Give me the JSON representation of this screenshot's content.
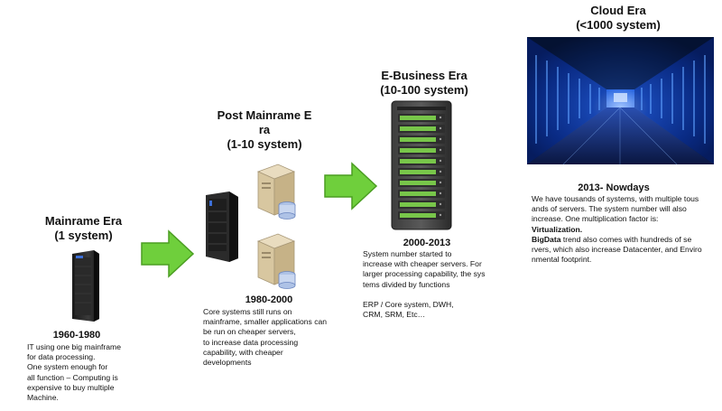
{
  "eras": [
    {
      "title_lines": [
        "Mainrame Era",
        "(1 system)"
      ],
      "years": "1960-1980",
      "description": [
        "IT using one big mainframe",
        "for data processing.",
        "One system enough for",
        "all function – Computing is",
        "expensive to buy multiple",
        "Machine."
      ]
    },
    {
      "title_lines": [
        "Post Mainrame E",
        "ra",
        "(1-10 system)"
      ],
      "years": "1980-2000",
      "description": [
        "Core systems still runs on",
        "mainframe, smaller applications can",
        "be run on cheaper servers,",
        "to increase data processing",
        "capability, with cheaper",
        "developments"
      ]
    },
    {
      "title_lines": [
        "E-Business Era",
        "(10-100 system)"
      ],
      "years": "2000-2013",
      "description": [
        "System number started to",
        "increase with cheaper servers. For",
        "larger processing capability, the sys",
        "tems divided by functions",
        "",
        "ERP / Core system, DWH,",
        "CRM, SRM, Etc…"
      ]
    },
    {
      "title_lines": [
        "Cloud Era",
        "(<1000 system)"
      ],
      "years": "2013- Nowdays",
      "description_lines": [
        "We have tousands of systems, with multiple tous",
        "ands of servers. The system number will also",
        "increase. One multiplication factor is:"
      ],
      "emphasis": "Virtualization.",
      "bigdata_word": "BigData",
      "bigdata_lines": [
        " trend also comes with hundreds of se",
        "rvers, which also increase Datacenter, and Enviro",
        "nmental footprint."
      ]
    }
  ],
  "colors": {
    "arrow_fill": "#6fcf3c",
    "arrow_stroke": "#4b9e22",
    "datacenter_blue": "#1f5bd6"
  },
  "icons": [
    "mainframe-icon",
    "server-tower-icon",
    "file-server-icon",
    "rack-server-icon",
    "datacenter-photo"
  ]
}
